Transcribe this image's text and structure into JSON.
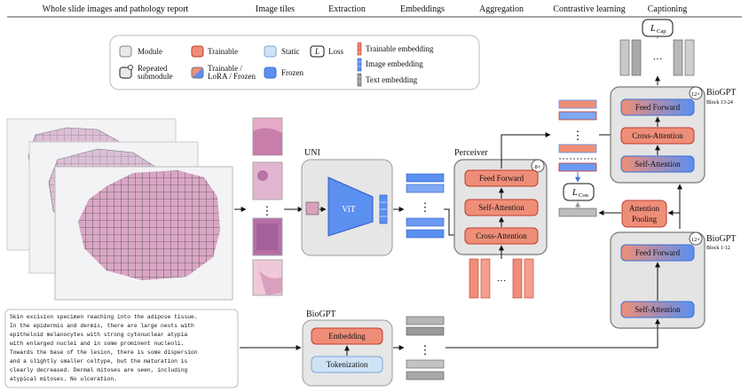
{
  "header": {
    "sections": [
      "Whole slide images and pathology report",
      "Image tiles",
      "Extraction",
      "Embeddings",
      "Aggregation",
      "Contrastive learning",
      "Captioning"
    ]
  },
  "legend": {
    "module": "Module",
    "repeated_line1": "Repeated",
    "repeated_line2": "submodule",
    "trainable": "Trainable",
    "trainable_lora_line1": "Trainable /",
    "trainable_lora_line2": "LoRA / Frozen",
    "static": "Static",
    "frozen": "Frozen",
    "loss_symbol": "L",
    "loss": "Loss",
    "trainable_embedding": "Trainable embedding",
    "image_embedding": "Image embedding",
    "text_embedding": "Text embedding"
  },
  "uni": {
    "title": "UNI",
    "vit": "ViT"
  },
  "perceiver": {
    "title": "Perceiver",
    "repeat": "8×",
    "feed_forward": "Feed Forward",
    "self_attention": "Self-Attention",
    "cross_attention": "Cross-Attention"
  },
  "biogpt_top": {
    "title": "BioGPT",
    "subtitle": "Block 13-24",
    "repeat": "12×",
    "feed_forward": "Feed Forward",
    "cross_attention": "Cross-Attention",
    "self_attention": "Self-Attention"
  },
  "biogpt_bottom": {
    "title": "BioGPT",
    "subtitle": "Block 1-12",
    "repeat": "12×",
    "feed_forward": "Feed Forward",
    "self_attention": "Self-Attention"
  },
  "biogpt_embed": {
    "title": "BioGPT",
    "embedding": "Embedding",
    "tokenization": "Tokenization"
  },
  "attention_pooling": {
    "line1": "Attention",
    "line2": "Pooling"
  },
  "losses": {
    "cap_symbol": "L",
    "cap_sub": "Cap",
    "con_symbol": "L",
    "con_sub": "Con"
  },
  "ellipsis": "⋮",
  "hellipsis": "···",
  "report": {
    "lines": [
      "Skin excision specimen reaching into the adipose tissue.",
      "In the epidermis and dermis, there are large nests with",
      "epitheloid melanocytes with strong cytonuclear atypia",
      "with enlarged nuclei and in some prominent nucleoli.",
      "Towards the base of the lesion, there is some dispersion",
      "and a slightly smaller celtype, but the maturation is",
      "clearly decreased. Dermal mitoses are seen, including",
      "atypical mitoses. No ulceration."
    ]
  },
  "colors": {
    "trainable": "#ef8e78",
    "trainable_stroke": "#c0392b",
    "static": "#cfe3f6",
    "frozen": "#5b8ff0",
    "module": "#e8e8e8",
    "slide_tissue": "#d9a7c4"
  }
}
